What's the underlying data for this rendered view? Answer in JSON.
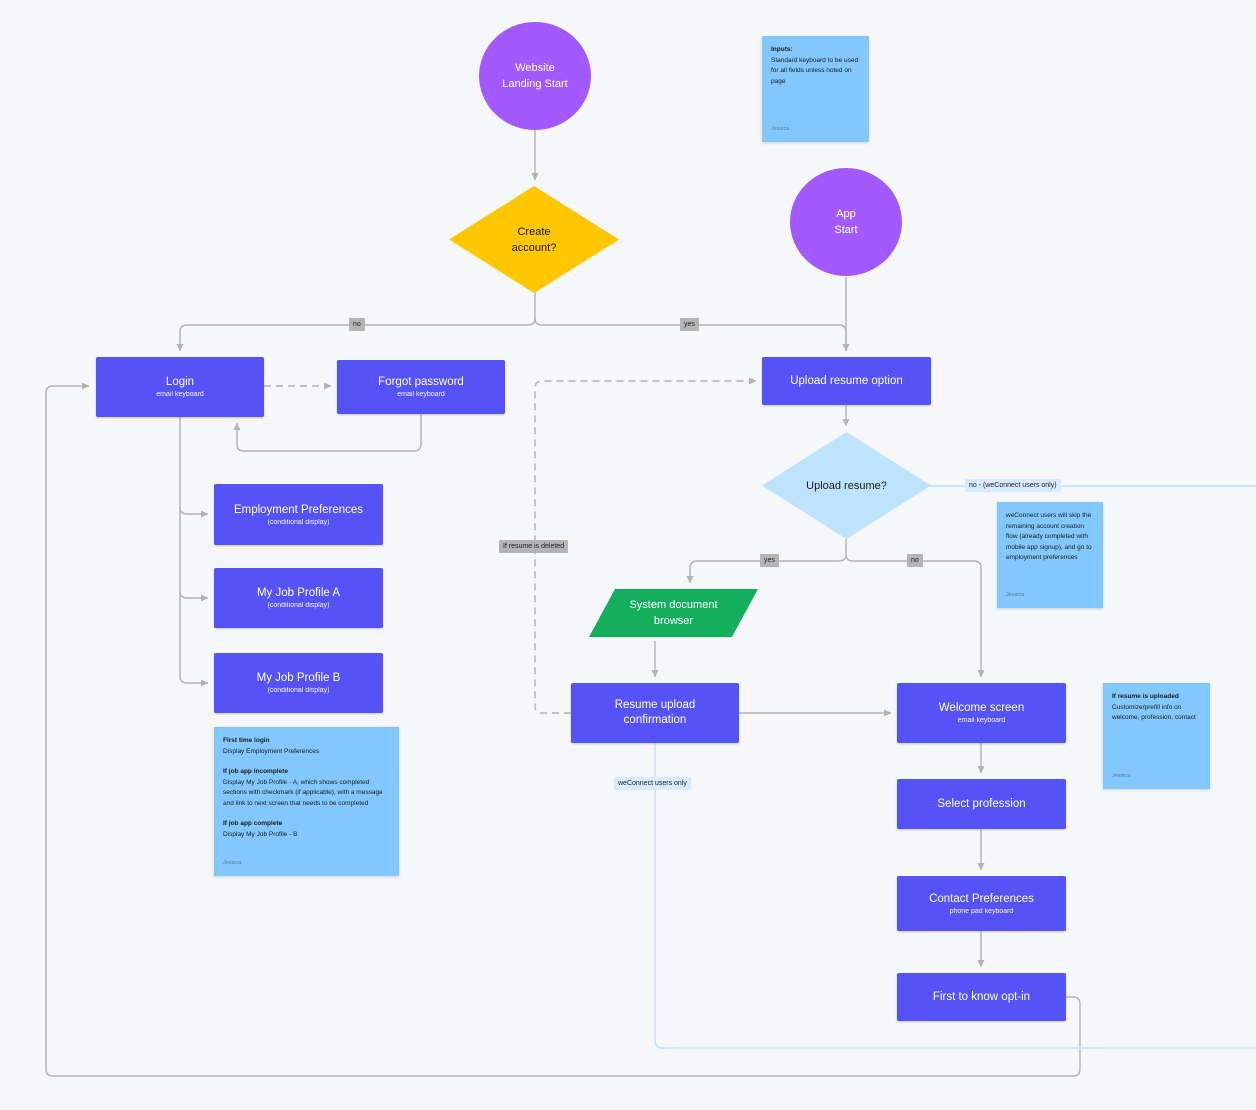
{
  "nodes": {
    "website_start": "Website\nLanding Start",
    "app_start": "App\nStart",
    "create_account": "Create\naccount?",
    "login": {
      "title": "Login",
      "sub": "email keyboard"
    },
    "forgot_password": {
      "title": "Forgot password",
      "sub": "email keyboard"
    },
    "employment_prefs": {
      "title": "Employment Preferences",
      "sub": "(conditional display)"
    },
    "job_profile_a": {
      "title": "My Job Profile A",
      "sub": "(conditional display)"
    },
    "job_profile_b": {
      "title": "My Job Profile B",
      "sub": "(conditional display)"
    },
    "upload_resume_option": {
      "title": "Upload resume option"
    },
    "upload_resume": "Upload resume?",
    "system_document_browser": "System document\nbrowser",
    "resume_upload_confirmation": {
      "title": "Resume upload\nconfirmation"
    },
    "welcome_screen": {
      "title": "Welcome screen",
      "sub": "email keyboard"
    },
    "select_profession": {
      "title": "Select profession"
    },
    "contact_preferences": {
      "title": "Contact Preferences",
      "sub": "phone pad keyboard"
    },
    "first_to_know": {
      "title": "First to know opt-in"
    }
  },
  "edge_labels": {
    "no_create": "no",
    "yes_create": "yes",
    "resume_deleted": "If resume is deleted",
    "yes_upload": "yes",
    "no_upload": "no",
    "no_weconnect": "no - (weConnect users only)",
    "weconnect_only": "weConnect users only"
  },
  "notes": {
    "inputs": {
      "heading": "Inputs:",
      "text": "Standard keyboard to be used for all fields unless noted on page",
      "author": "Jessica"
    },
    "weconnect": {
      "text": "weConnect users will skip the remaining account creation flow (already completed with mobile app signup), and go to employment preferences",
      "author": "Jessica"
    },
    "resume_uploaded": {
      "heading": "If resume is uploaded",
      "text": "Customize/prefill info on welcome, profession, contact",
      "author": "Jessica"
    },
    "login_logic": {
      "h1": "First time login",
      "t1": "Display Employment Preferences",
      "h2": "If job app incomplete",
      "t2": "Display My Job Profile - A, which shows completed sections with checkmark (if applicable), with a message and link to next screen that needs to be completed",
      "h3": "If job app complete",
      "t3": "Display My Job Profile - B",
      "author": "Jessica"
    }
  },
  "colors": {
    "process": "#5552f7",
    "start": "#a259ff",
    "decision_primary": "#ffc700",
    "decision_secondary": "#bde3ff",
    "io": "#14ae5c",
    "note": "#82c8ff",
    "connector": "#b3b3b3",
    "connector_weconnect": "#bde3ff"
  }
}
